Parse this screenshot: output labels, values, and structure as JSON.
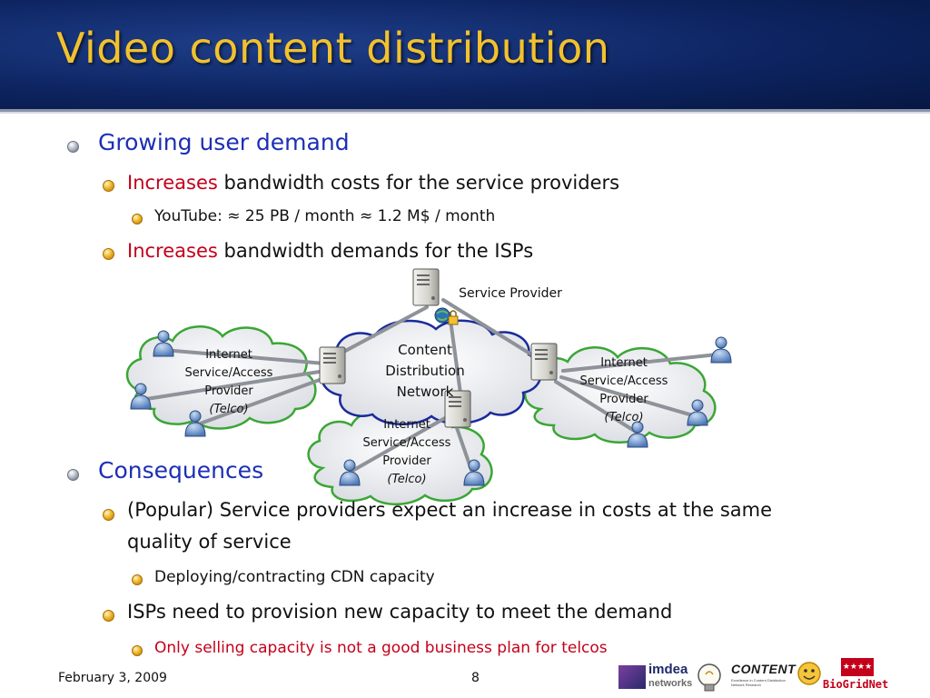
{
  "slide": {
    "title": "Video content distribution"
  },
  "bullets": {
    "b1": "Growing user demand",
    "b1_1_red": "Increases",
    "b1_1_rest": " bandwidth costs for the service providers",
    "b1_1_1": "YouTube: ≈ 25 PB / month ≈ 1.2 M$ / month",
    "b1_2_red": "Increases",
    "b1_2_rest": " bandwidth demands for the ISPs",
    "b2": "Consequences",
    "b2_1_line1": "(Popular) Service providers expect an increase in costs at the same",
    "b2_1_line2": "quality of service",
    "b2_1_1": "Deploying/contracting CDN capacity",
    "b2_2": "ISPs need to provision new capacity to meet the demand",
    "b2_2_1": "Only selling capacity is not a good business plan for telcos"
  },
  "diagram": {
    "service_provider": "Service Provider",
    "cdn_line1": "Content",
    "cdn_line2": "Distribution",
    "cdn_line3": "Network",
    "isp_line1": "Internet",
    "isp_line2": "Service/Access",
    "isp_line3": "Provider",
    "isp_line4": "(Telco)"
  },
  "footer": {
    "date": "February 3, 2009",
    "page": "8"
  },
  "logos": {
    "imdea_line1": "imdea",
    "imdea_line2": "networks",
    "content": "CONTENT",
    "content_sub": "Excellence in Content Distribution Network Research",
    "biogridnet": "BioGridNet"
  },
  "colors": {
    "title_bg": "#0d2461",
    "title_text": "#f2c12e",
    "level1_text": "#1c2fb5",
    "highlight_red": "#c4001a",
    "cloud_border": "#3aa635",
    "cdn_border": "#1a2a9c"
  }
}
